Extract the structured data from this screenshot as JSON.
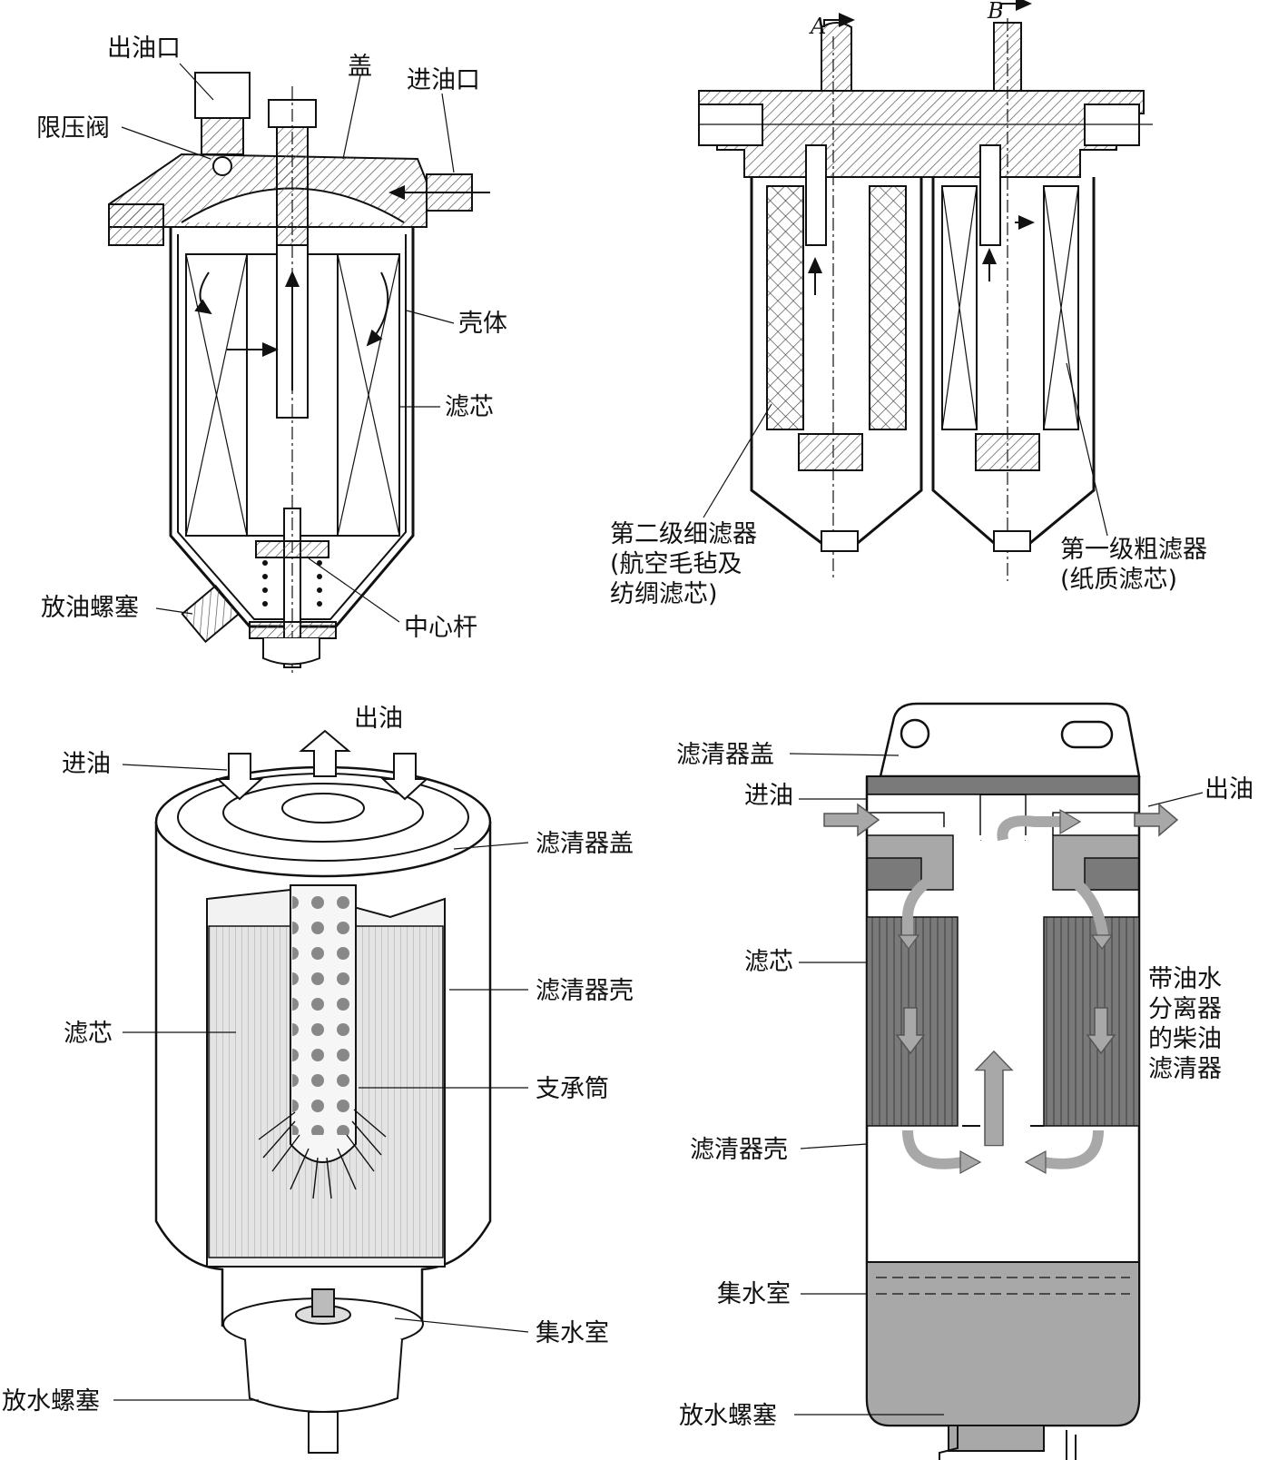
{
  "colors": {
    "ink": "#111111",
    "hatch": "#555555",
    "dark_gray": "#7a7a7a",
    "mid_gray": "#a8a8a8",
    "light_gray": "#d6d6d6",
    "paper": "#ffffff"
  },
  "diagram1": {
    "labels": {
      "outlet": "出油口",
      "cover": "盖",
      "inlet": "进油口",
      "relief_valve": "限压阀",
      "housing": "壳体",
      "element": "滤芯",
      "drain_plug": "放油螺塞",
      "center_rod": "中心杆"
    }
  },
  "diagram2": {
    "section_a": "A",
    "section_b": "B",
    "fine_filter": [
      "第二级细滤器",
      "(航空毛毡及",
      "纺绸滤芯)"
    ],
    "coarse_filter": [
      "第一级粗滤器",
      "(纸质滤芯)"
    ]
  },
  "diagram3": {
    "labels": {
      "oil_out": "出油",
      "oil_in": "进油",
      "filter_cover": "滤清器盖",
      "filter_shell": "滤清器壳",
      "element": "滤芯",
      "support_tube": "支承筒",
      "water_chamber": "集水室",
      "drain_plug": "放水螺塞"
    }
  },
  "diagram4": {
    "labels": {
      "filter_cover": "滤清器盖",
      "oil_in": "进油",
      "oil_out": "出油",
      "element": "滤芯",
      "filter_shell": "滤清器壳",
      "water_chamber": "集水室",
      "drain_plug": "放水螺塞"
    },
    "caption": [
      "带油水",
      "分离器",
      "的柴油",
      "滤清器"
    ]
  }
}
